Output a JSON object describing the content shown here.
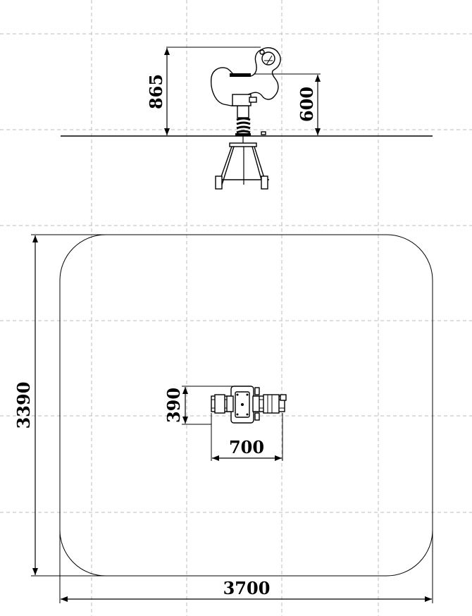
{
  "drawing": {
    "units": "mm",
    "side_view": {
      "overall_height": "865",
      "seat_height": "600"
    },
    "plan_view": {
      "safety_zone_length": "3700",
      "safety_zone_width": "3390",
      "equipment_length": "700",
      "equipment_width": "390"
    }
  },
  "colors": {
    "lines": "#000000",
    "grid": "#bdbdbd",
    "background": "#ffffff"
  }
}
